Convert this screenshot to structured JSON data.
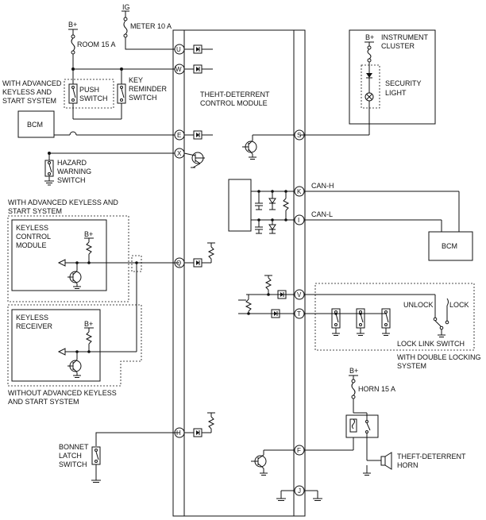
{
  "labels": {
    "ig": "IG",
    "bplus": "B+",
    "meter_fuse": "METER 10 A",
    "room_fuse": "ROOM 15 A",
    "horn_fuse": "HORN 15 A",
    "with_aks_1": "WITH ADVANCED",
    "with_aks_2": "KEYLESS AND",
    "with_aks_3": "START SYSTEM",
    "push_switch_1": "PUSH",
    "push_switch_2": "SWITCH",
    "key_rem_1": "KEY",
    "key_rem_2": "REMINDER",
    "key_rem_3": "SWITCH",
    "bcm": "BCM",
    "hazard_1": "HAZARD",
    "hazard_2": "WARNING",
    "hazard_3": "SWITCH",
    "module_1": "THEHT-DETERRENT",
    "module_2": "CONTROL MODULE",
    "cluster_1": "INSTRUMENT",
    "cluster_2": "CLUSTER",
    "sec_light_1": "SECURITY",
    "sec_light_2": "LIGHT",
    "can_h": "CAN-H",
    "can_l": "CAN-L",
    "with_aks_long_1": "WITH ADVANCED KEYLESS AND",
    "with_aks_long_2": "START SYSTEM",
    "kcm_1": "KEYLESS",
    "kcm_2": "CONTROL",
    "kcm_3": "MODULE",
    "receiver_1": "KEYLESS",
    "receiver_2": "RECEIVER",
    "without_aks_1": "WITHOUT ADVANCED KEYLESS",
    "without_aks_2": "AND START SYSTEM",
    "unlock": "UNLOCK",
    "lock": "LOCK",
    "lock_link": "LOCK LINK SWITCH",
    "dbl_lock_1": "WITH DOUBLE LOCKING",
    "dbl_lock_2": "SYSTEM",
    "bonnet_1": "BONNET",
    "bonnet_2": "LATCH",
    "bonnet_3": "SWITCH",
    "horn_1": "THEFT-DETERRENT",
    "horn_2": "HORN"
  },
  "pins": {
    "u": "U",
    "w": "W",
    "e": "E",
    "x": "X",
    "s": "S",
    "k": "K",
    "i": "I",
    "q": "Q",
    "v": "V",
    "t": "T",
    "h": "H",
    "f": "F",
    "j": "J"
  }
}
